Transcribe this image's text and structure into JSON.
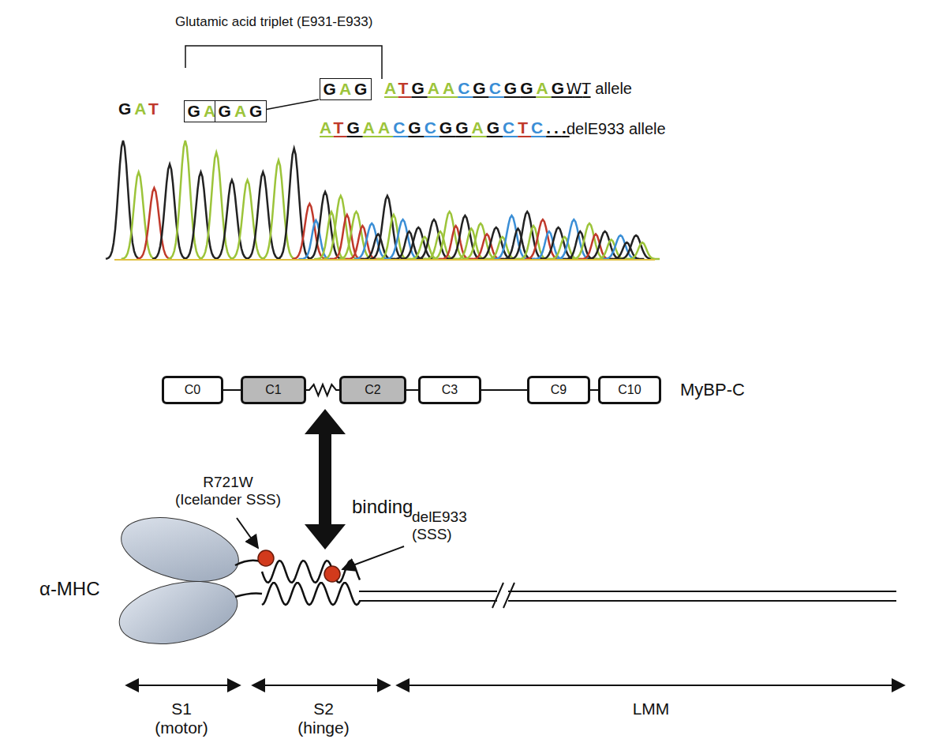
{
  "diagram": {
    "nodes": [
      {
        "text": [
          "GAG"
        ]
      },
      {
        "text": [
          "GAG"
        ]
      },
      {
        "text": [
          "GAG"
        ]
      },
      {
        "text": [
          "C0"
        ]
      },
      {
        "text": [
          "C1"
        ]
      },
      {
        "text": [
          "C2"
        ]
      },
      {
        "text": [
          "C3"
        ]
      },
      {
        "text": [
          "C9"
        ]
      },
      {
        "text": [
          "C10"
        ]
      }
    ],
    "edges": [
      {
        "from": 3,
        "to": 4,
        "arrow": "none"
      },
      {
        "from": 4,
        "to": 5,
        "arrow": "none"
      },
      {
        "from": 5,
        "to": 6,
        "arrow": "none"
      },
      {
        "from": 6,
        "to": 7,
        "arrow": "none"
      },
      {
        "from": 7,
        "to": 8,
        "arrow": "none"
      }
    ],
    "labels": [
      "Glutamic acid triplet (E931-E933)",
      "GAT",
      "ATGAACGCGGAG...",
      "WT allele",
      "ATGAACGCGGAGCTC...",
      "delE933 allele",
      "MyBP-C",
      "binding",
      "R721W (Icelander SSS)",
      "delE933 (SSS)",
      "α-MHC",
      "S1 (motor)",
      "S2 (hinge)",
      "LMM"
    ]
  }
}
